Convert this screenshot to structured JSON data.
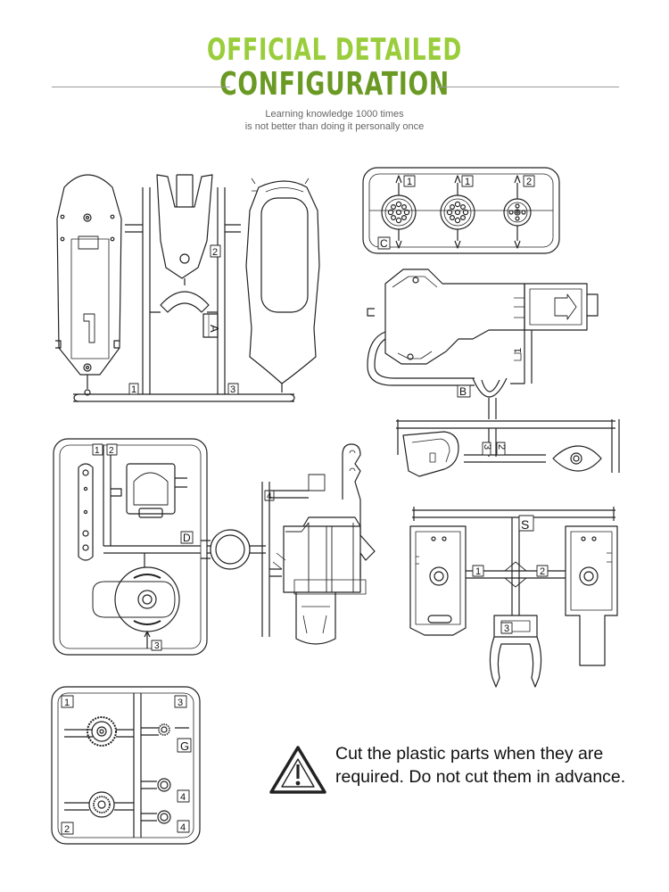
{
  "header": {
    "title_line1": "OFFICIAL DETAILED",
    "title_line2": "CONFIGURATION",
    "subtitle_line1": "Learning knowledge 1000 times",
    "subtitle_line2": "is not better than doing it personally once",
    "title_color_light": "#9acd3c",
    "title_color_dark": "#6a9a24"
  },
  "sheets": {
    "A": {
      "letter": "A",
      "labels": [
        "1",
        "2",
        "3"
      ]
    },
    "B": {
      "letter": "B",
      "labels": [
        "1",
        "3",
        "2"
      ]
    },
    "C": {
      "letter": "C",
      "labels": [
        "1",
        "1",
        "2"
      ]
    },
    "D": {
      "letter": "D",
      "labels": [
        "1",
        "2",
        "3",
        "4"
      ]
    },
    "S": {
      "letter": "S",
      "labels": [
        "1",
        "2",
        "3"
      ]
    },
    "G": {
      "letter": "G",
      "labels": [
        "1",
        "3",
        "2",
        "4",
        "4"
      ]
    }
  },
  "warning": {
    "icon": "warning-triangle-icon",
    "text": "Cut the plastic parts when they are required. Do not cut them in advance."
  }
}
